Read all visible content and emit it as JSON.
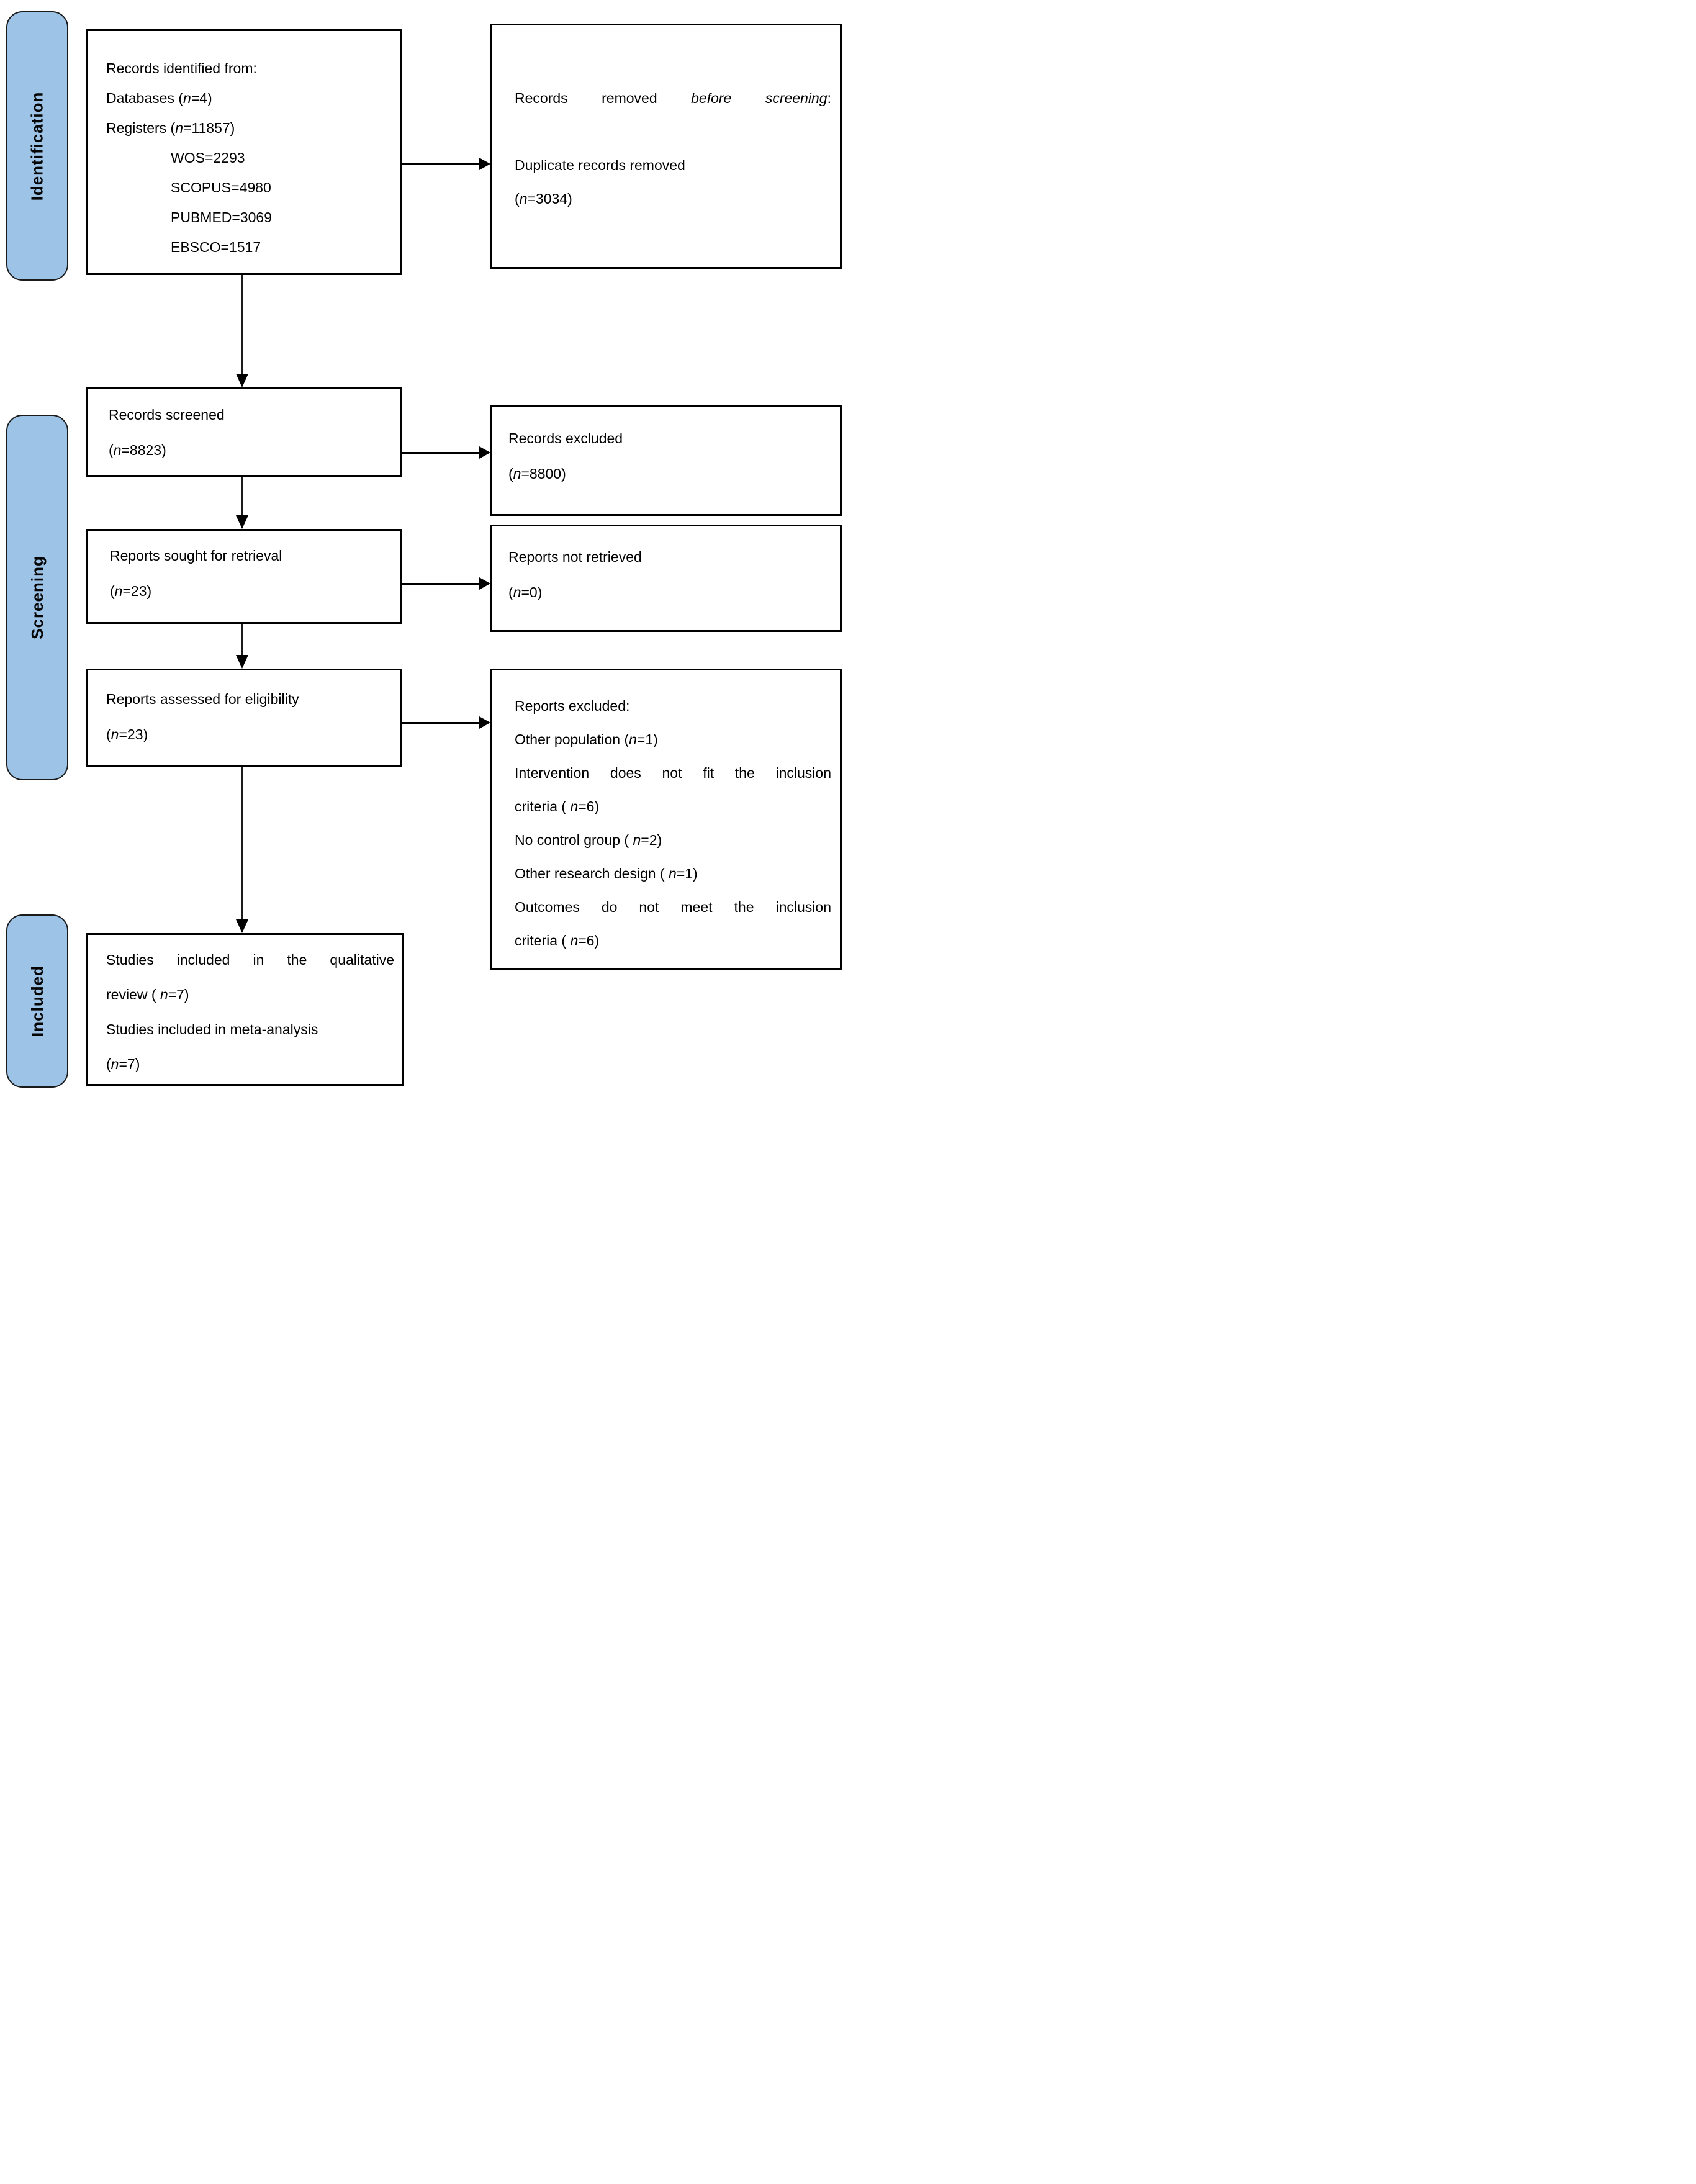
{
  "diagram": {
    "stage_fill": "#9DC3E6",
    "n": "n"
  },
  "stages": [
    {
      "label": "Identification"
    },
    {
      "label": "Screening"
    },
    {
      "label": "Included"
    }
  ],
  "box_identified": {
    "l1": "Records identified from:",
    "l2_pre": "Databases (",
    "l2_post": "=4)",
    "l3_pre": "Registers (",
    "l3_post": "=11857)",
    "sub": [
      "WOS=2293",
      "SCOPUS=4980",
      "PUBMED=3069",
      "EBSCO=1517"
    ]
  },
  "box_removed": {
    "l1_pre": "Records removed ",
    "l1_em": "before screening",
    "l1_post": ":",
    "l2": "Duplicate records removed",
    "l3_pre": "(",
    "l3_post": "=3034)"
  },
  "box_screened": {
    "l1": "Records screened",
    "l2_pre": "(",
    "l2_post": "=8823)"
  },
  "box_excluded": {
    "l1": "Records excluded",
    "l2_pre": "(",
    "l2_post": "=8800)"
  },
  "box_sought": {
    "l1": "Reports sought for retrieval",
    "l2_pre": "(",
    "l2_post": "=23)"
  },
  "box_not_retrieved": {
    "l1": "Reports not retrieved",
    "l2_pre": "(",
    "l2_post": "=0)"
  },
  "box_assessed": {
    "l1": "Reports assessed for eligibility",
    "l2_pre": "(",
    "l2_post": "=23)"
  },
  "box_reports_excluded": {
    "title": "Reports excluded:",
    "r1_pre": "Other population (",
    "r1_post": "=1)",
    "r2a": "Intervention does not fit the inclusion",
    "r2b_pre": "criteria ( ",
    "r2b_post": "=6)",
    "r3_pre": "No control group ( ",
    "r3_post": "=2)",
    "r4_pre": "Other research design ( ",
    "r4_post": "=1)",
    "r5a": "Outcomes do not meet the inclusion",
    "r5b_pre": "criteria ( ",
    "r5b_post": "=6)"
  },
  "box_included": {
    "l1": "Studies included in the qualitative",
    "l2_pre": "review ( ",
    "l2_post": "=7)",
    "l3": "Studies included in meta-analysis",
    "l4_pre": "(",
    "l4_post": "=7)"
  }
}
